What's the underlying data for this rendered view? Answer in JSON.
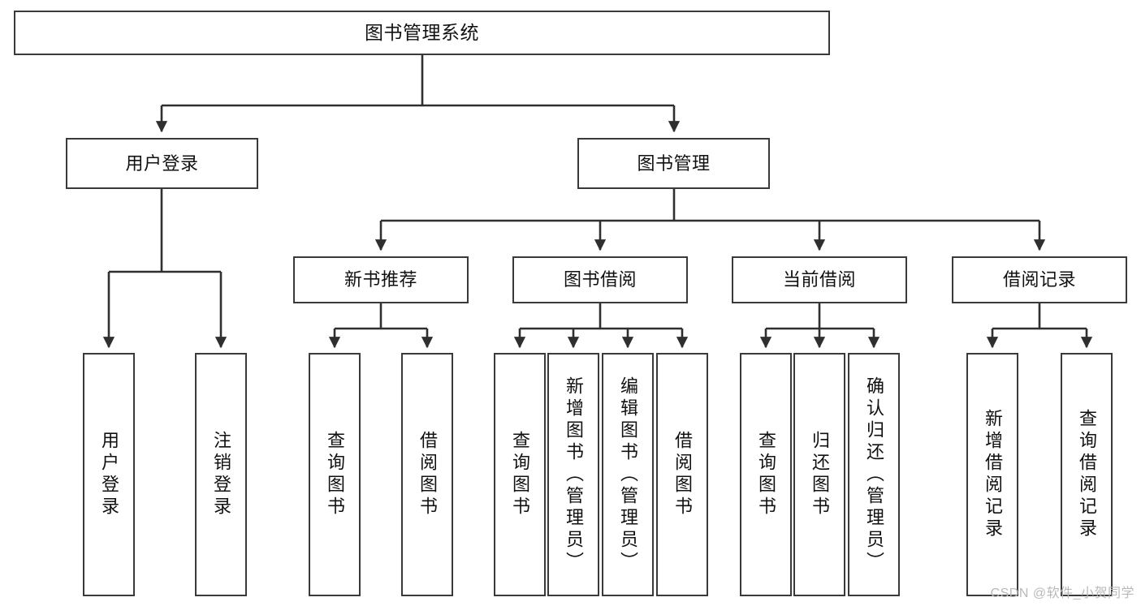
{
  "diagram": {
    "title": "图书管理系统",
    "type": "tree-hierarchy-chart",
    "orientation": "top-down",
    "colors": {
      "box_border": "#3a3a3a",
      "box_fill": "#ffffff",
      "connector": "#2f2f2f",
      "text": "#111111",
      "watermark": "#b9b9b9",
      "background": "#ffffff"
    },
    "watermark": "CSDN @软件_小贺同学"
  },
  "nodes": {
    "root": {
      "label": "图书管理系统"
    },
    "level2": [
      {
        "label": "用户登录"
      },
      {
        "label": "图书管理"
      }
    ],
    "level3": [
      {
        "label": "新书推荐"
      },
      {
        "label": "图书借阅"
      },
      {
        "label": "当前借阅"
      },
      {
        "label": "借阅记录"
      }
    ],
    "leaves": {
      "user_login": [
        {
          "label": "用户登录"
        },
        {
          "label": "注销登录"
        }
      ],
      "new_book_recommend": [
        {
          "label": "查询图书"
        },
        {
          "label": "借阅图书"
        }
      ],
      "book_borrow": [
        {
          "label": "查询图书"
        },
        {
          "label": "新增图书（管理员）"
        },
        {
          "label": "编辑图书（管理员）"
        },
        {
          "label": "借阅图书"
        }
      ],
      "current_borrow": [
        {
          "label": "查询图书"
        },
        {
          "label": "归还图书"
        },
        {
          "label": "确认归还（管理员）"
        }
      ],
      "borrow_record": [
        {
          "label": "新增借阅记录"
        },
        {
          "label": "查询借阅记录"
        }
      ]
    }
  }
}
